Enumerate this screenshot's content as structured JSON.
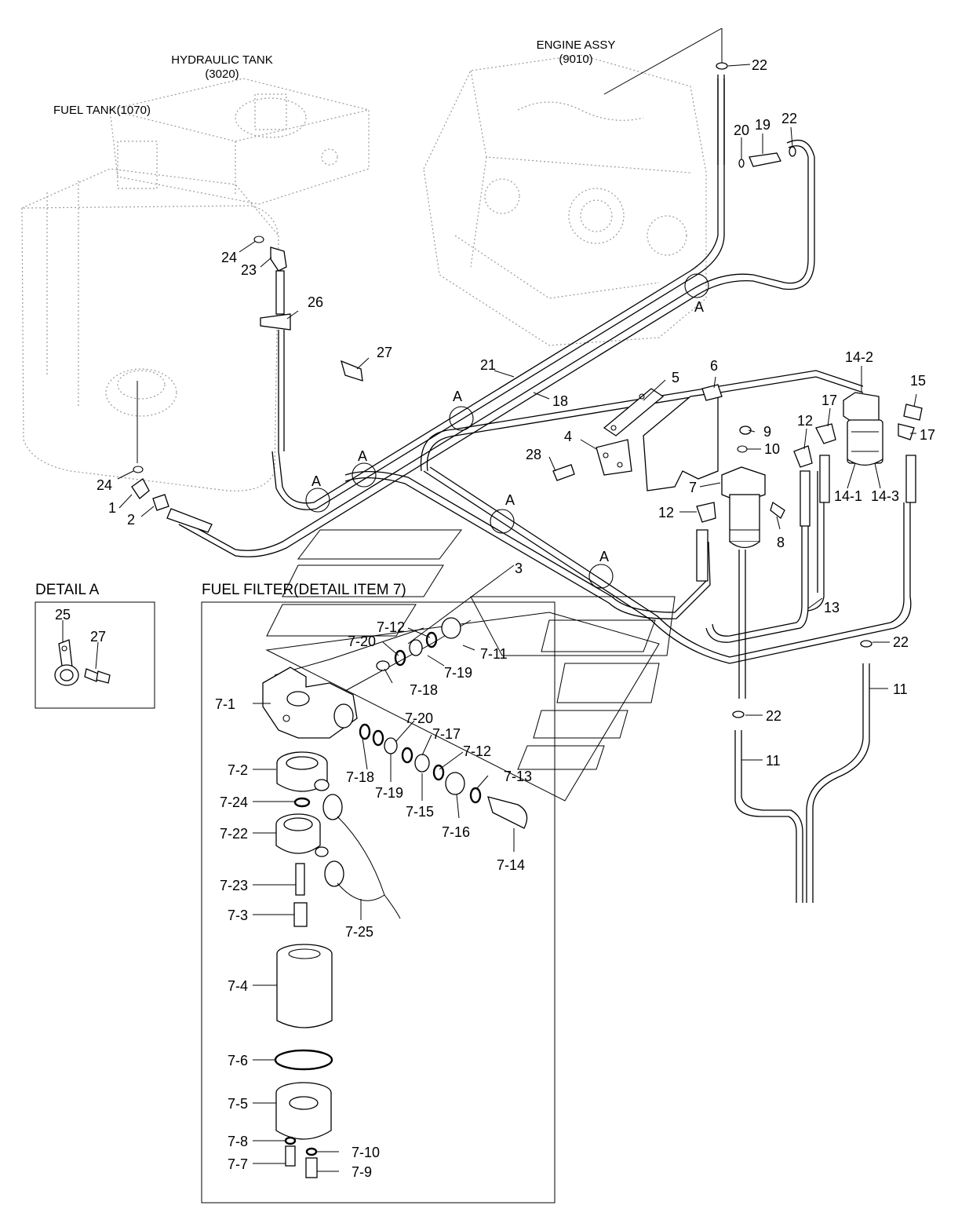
{
  "assemblies": {
    "engine": "ENGINE ASSY",
    "engine_code": "(9010)",
    "hydraulic": "HYDRAULIC TANK",
    "hydraulic_code": "(3020)",
    "fuel_tank": "FUEL TANK(1070)"
  },
  "sections": {
    "detail_a": "DETAIL  A",
    "fuel_filter": "FUEL FILTER(DETAIL ITEM 7)"
  },
  "labels": {
    "p22a": "22",
    "p20": "20",
    "p19": "19",
    "p22b": "22",
    "p24a": "24",
    "p23": "23",
    "p26": "26",
    "p27a": "27",
    "p21": "21",
    "p18": "18",
    "p5": "5",
    "p6": "6",
    "p14_2": "14-2",
    "p15": "15",
    "p17a": "17",
    "p17b": "17",
    "p12a": "12",
    "p9": "9",
    "p10": "10",
    "p4": "4",
    "p28": "28",
    "p7": "7",
    "p14_1": "14-1",
    "p14_3": "14-3",
    "p12b": "12",
    "p8": "8",
    "p24b": "24",
    "p1": "1",
    "p2": "2",
    "p3": "3",
    "p13": "13",
    "p22c": "22",
    "p11a": "11",
    "p22d": "22",
    "p11b": "11",
    "pA1": "A",
    "pA2": "A",
    "pA3": "A",
    "pA4": "A",
    "pA5": "A",
    "pA6": "A",
    "p25": "25",
    "p27b": "27",
    "f7_12a": "7-12",
    "f7_20a": "7-20",
    "f7_11": "7-11",
    "f7_19a": "7-19",
    "f7_18a": "7-18",
    "f7_1": "7-1",
    "f7_20b": "7-20",
    "f7_17": "7-17",
    "f7_12b": "7-12",
    "f7_2": "7-2",
    "f7_18b": "7-18",
    "f7_19b": "7-19",
    "f7_13": "7-13",
    "f7_15": "7-15",
    "f7_16": "7-16",
    "f7_24": "7-24",
    "f7_22": "7-22",
    "f7_14": "7-14",
    "f7_23": "7-23",
    "f7_3": "7-3",
    "f7_25": "7-25",
    "f7_4": "7-4",
    "f7_6": "7-6",
    "f7_5": "7-5",
    "f7_8": "7-8",
    "f7_10": "7-10",
    "f7_7": "7-7",
    "f7_9": "7-9"
  }
}
